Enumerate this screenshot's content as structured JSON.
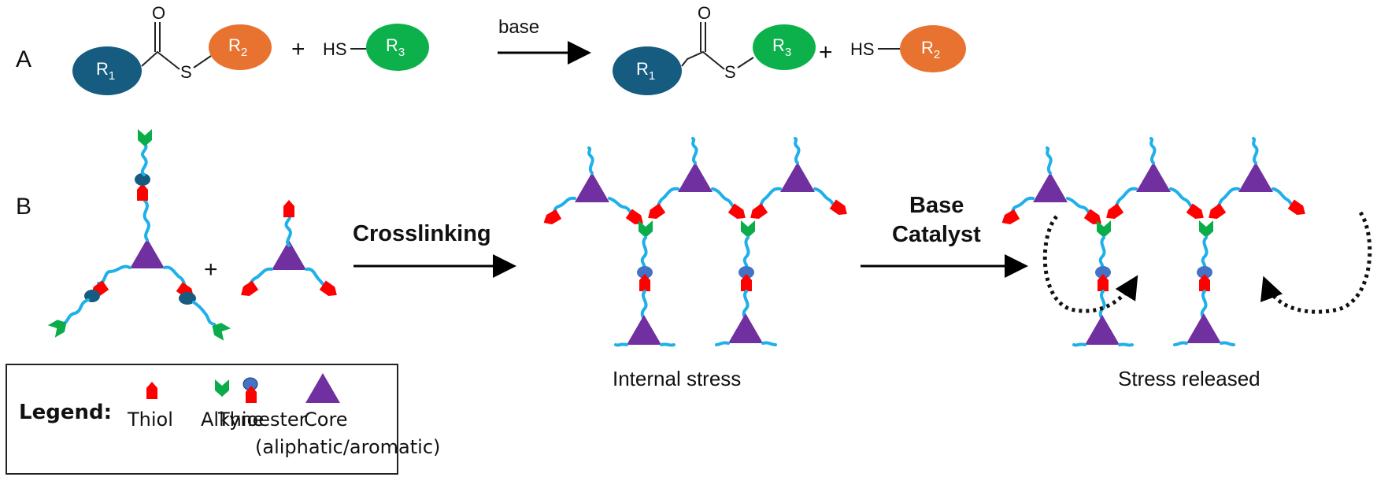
{
  "panel_a": {
    "letter": "A",
    "reactant_thioester": {
      "r_left": {
        "label": "R",
        "sub": "1",
        "color": "#165b80"
      },
      "carbonyl_o": "O",
      "sulfur": "S",
      "r_right": {
        "label": "R",
        "sub": "2",
        "color": "#e87331"
      }
    },
    "plus_1": "+",
    "reactant_thiol": {
      "prefix": "HS",
      "r": {
        "label": "R",
        "sub": "3",
        "color": "#0db14b"
      }
    },
    "arrow_label": "base",
    "product_thioester": {
      "r_left": {
        "label": "R",
        "sub": "1",
        "color": "#165b80"
      },
      "carbonyl_o": "O",
      "sulfur": "S",
      "r_right": {
        "label": "R",
        "sub": "3",
        "color": "#0db14b"
      }
    },
    "plus_2": "+",
    "product_thiol": {
      "prefix": "HS",
      "r": {
        "label": "R",
        "sub": "2",
        "color": "#e87331"
      }
    }
  },
  "panel_b": {
    "letter": "B",
    "plus": "+",
    "arrow_1_label": "Crosslinking",
    "arrow_2_label_line1": "Base",
    "arrow_2_label_line2": "Catalyst",
    "network_1_caption": "Internal stress",
    "network_2_caption": "Stress released"
  },
  "legend": {
    "title": "Legend:",
    "items": [
      {
        "name": "thiol",
        "label": "Thiol"
      },
      {
        "name": "alkyne",
        "label": "Alkyne"
      },
      {
        "name": "thioester",
        "label": "Thioester"
      },
      {
        "name": "core",
        "label": "Core",
        "sublabel": "(aliphatic/aromatic)"
      }
    ]
  },
  "colors": {
    "thiol": "#ff0000",
    "alkyne": "#0aad4a",
    "thioester_cap": "#4472c4",
    "thioester_cap_dark": "#165b80",
    "core": "#7030a0",
    "chain": "#1fb0ea"
  }
}
